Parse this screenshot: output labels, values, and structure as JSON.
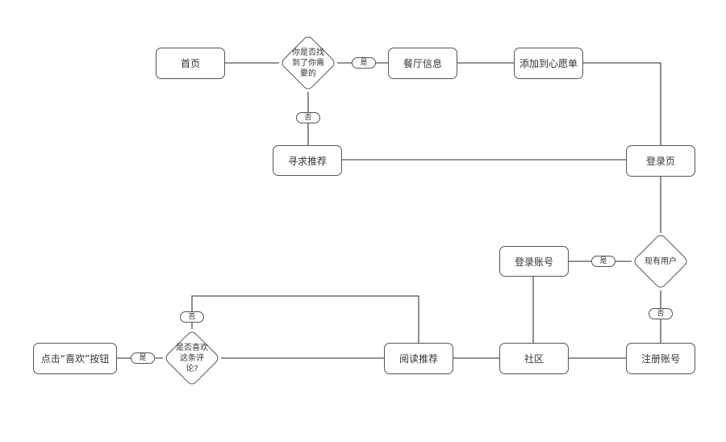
{
  "nodes": {
    "home": "首页",
    "restaurant_info": "餐厅信息",
    "add_wishlist": "添加到心愿单",
    "seek_recommend": "寻求推荐",
    "login_page": "登录页",
    "login_account": "登录账号",
    "community": "社区",
    "register_account": "注册账号",
    "read_recommend": "阅读推荐",
    "click_like": "点击“喜欢”按钮"
  },
  "decisions": {
    "found_needed": "你是否找\n到了你需\n要的",
    "existing_user": "现有用户",
    "like_review": "是否喜欢\n这条评\n论?"
  },
  "labels": {
    "found_yes": "是",
    "found_no": "否",
    "user_yes": "是",
    "user_no": "否",
    "like_yes": "是",
    "like_no": "否"
  },
  "colors": {
    "line": "#555555",
    "text": "#333333",
    "background": "#ffffff"
  }
}
